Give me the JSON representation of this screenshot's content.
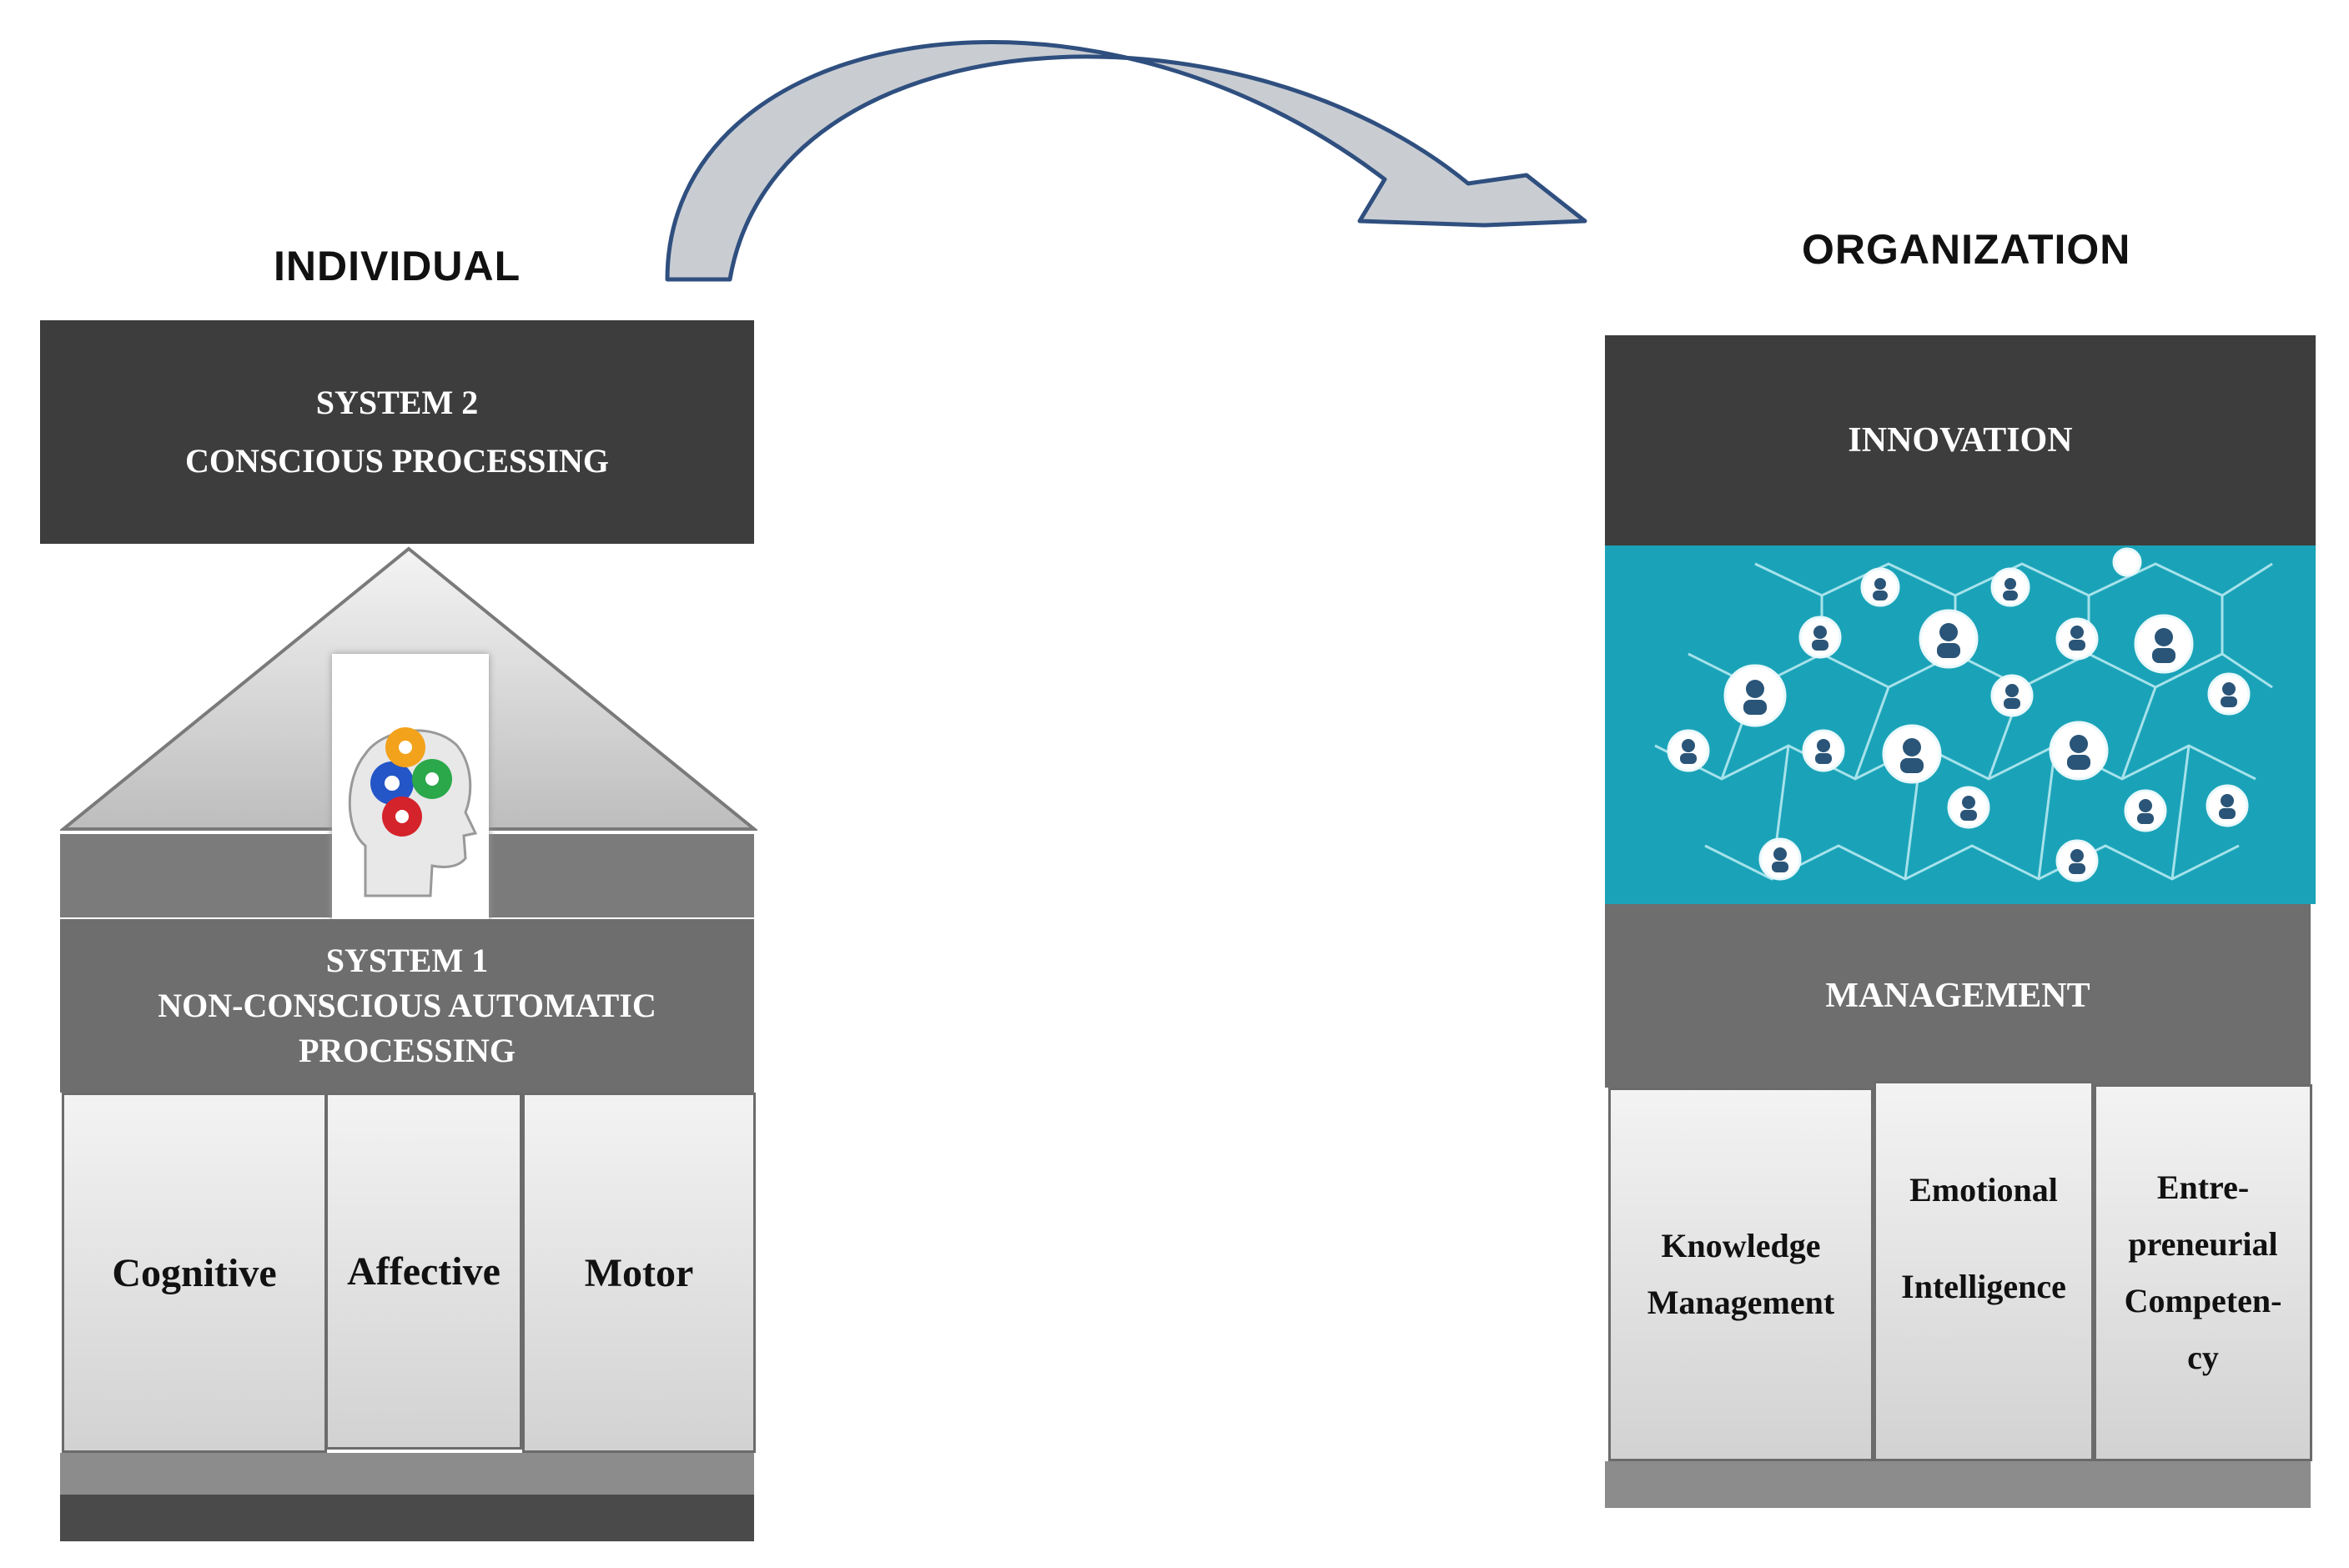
{
  "individual": {
    "heading": "INDIVIDUAL",
    "system2": {
      "line1": "SYSTEM 2",
      "line2": "CONSCIOUS PROCESSING"
    },
    "system1": {
      "line1": "SYSTEM 1",
      "line2": "NON-CONSCIOUS AUTOMATIC",
      "line3": "PROCESSING"
    },
    "pillars": [
      "Cognitive",
      "Affective",
      "Motor"
    ],
    "icon": "brain-gears-icon"
  },
  "organization": {
    "heading": "ORGANIZATION",
    "top_label": "INNOVATION",
    "middle_label": "MANAGEMENT",
    "network_image": "people-network-icon",
    "pillars": [
      {
        "lines": [
          "Knowledge",
          "Management"
        ]
      },
      {
        "lines": [
          "Emotional",
          "Intelligence"
        ]
      },
      {
        "lines": [
          "Entre-",
          "preneurial",
          "Competen-",
          "cy"
        ]
      }
    ]
  },
  "arrow": {
    "icon": "curved-arrow-icon"
  },
  "colors": {
    "dark": "#3d3d3d",
    "mid": "#6e6e6e",
    "network_bg": "#1aa3b8",
    "arrow_fill": "#c9cdd2",
    "arrow_stroke": "#2f4f7f"
  }
}
